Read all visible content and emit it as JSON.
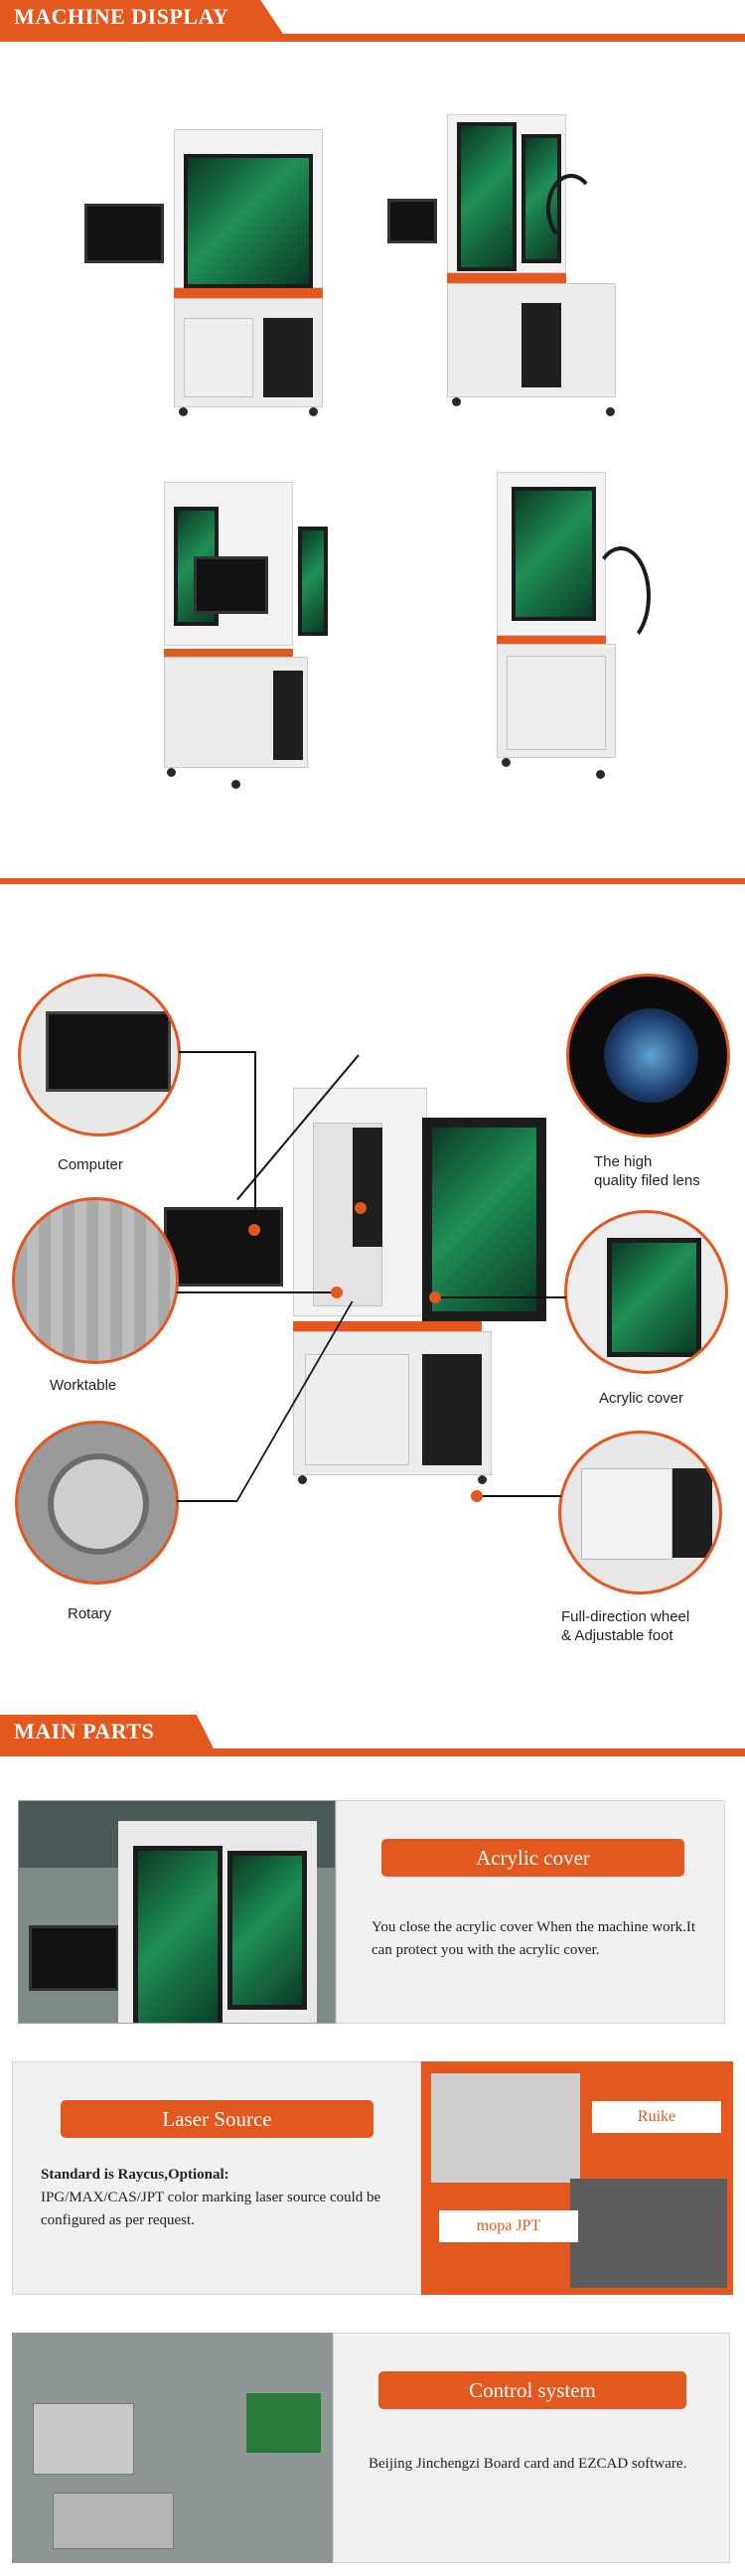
{
  "sections": {
    "machine_display": "MACHINE DISPLAY",
    "main_parts": "MAIN PARTS"
  },
  "callouts": {
    "computer": "Computer",
    "worktable": "Worktable",
    "rotary": "Rotary",
    "lens_line1": "The high",
    "lens_line2": "quality filed lens",
    "acrylic": "Acrylic cover",
    "wheel_line1": "Full-direction wheel",
    "wheel_line2": "& Adjustable foot"
  },
  "parts": {
    "acrylic": {
      "title": "Acrylic cover",
      "desc": "You close the acrylic cover When the machine work.It can protect you with the acrylic cover."
    },
    "laser": {
      "title": "Laser Source",
      "standard": "Standard is Raycus,Optional:",
      "desc": "IPG/MAX/CAS/JPT color marking laser source could be configured as per request.",
      "tag1": "Ruike",
      "tag2": "mopa JPT"
    },
    "control": {
      "title": "Control system",
      "desc": "Beijing Jinchengzi Board card and EZCAD software."
    }
  },
  "colors": {
    "accent": "#e2581e",
    "panel": "#f1f1f1"
  }
}
